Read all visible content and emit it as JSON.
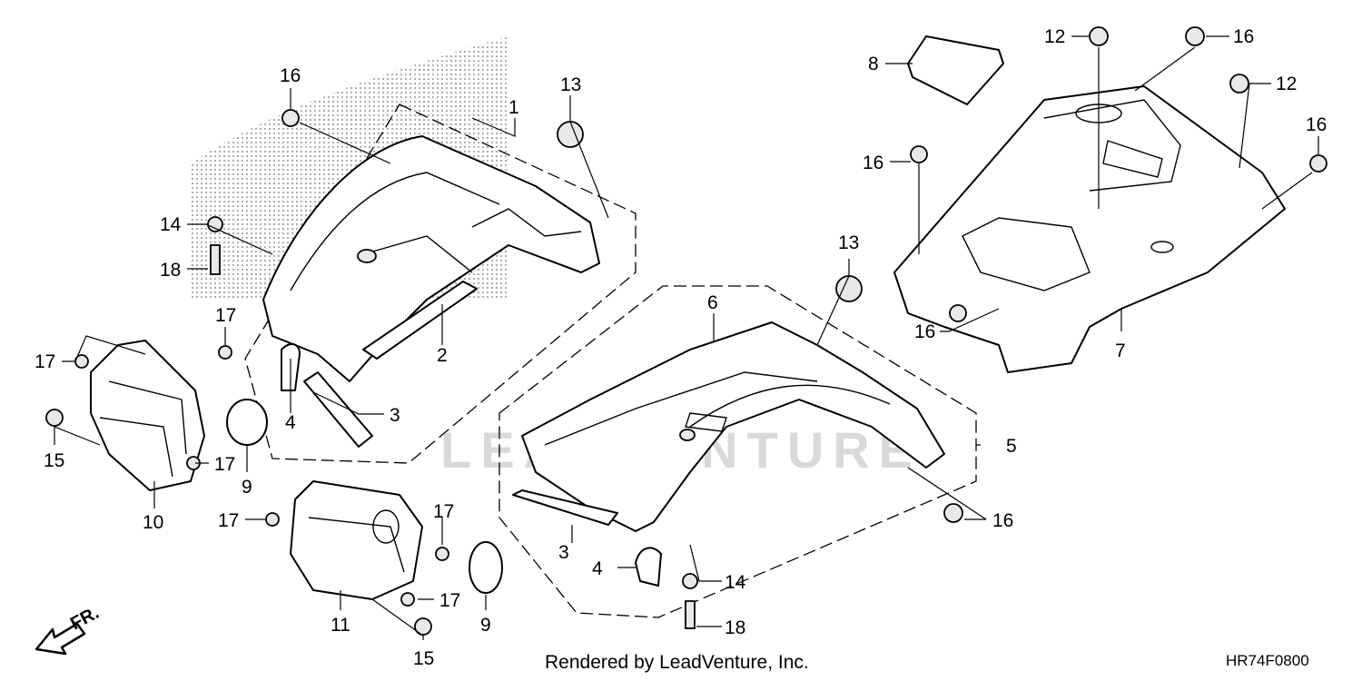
{
  "callouts": {
    "c1": "1",
    "c2": "2",
    "c3a": "3",
    "c3b": "3",
    "c4a": "4",
    "c4b": "4",
    "c5": "5",
    "c6": "6",
    "c7": "7",
    "c8": "8",
    "c9a": "9",
    "c9b": "9",
    "c10": "10",
    "c11": "11",
    "c12a": "12",
    "c12b": "12",
    "c13a": "13",
    "c13b": "13",
    "c14a": "14",
    "c14b": "14",
    "c15a": "15",
    "c15b": "15",
    "c16a": "16",
    "c16b": "16",
    "c16c": "16",
    "c16d": "16",
    "c16e": "16",
    "c16f": "16",
    "c17a": "17",
    "c17b": "17",
    "c17c": "17",
    "c17d": "17",
    "c17e": "17",
    "c17f": "17",
    "c18a": "18",
    "c18b": "18"
  },
  "front_arrow_label": "FR.",
  "footer": "Rendered by LeadVenture, Inc.",
  "diagram_code": "HR74F0800",
  "watermark": "LEADVENTURE"
}
